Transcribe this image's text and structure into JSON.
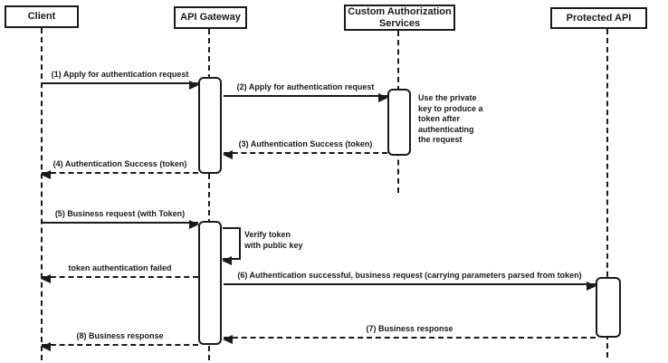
{
  "diagram": {
    "type": "uml-sequence-diagram",
    "background_color": "#ffffff",
    "line_color": "#1a1a1a",
    "actors": [
      {
        "label": "Client"
      },
      {
        "label": "API Gateway"
      },
      {
        "label": "Custom Authorization\nServices"
      },
      {
        "label": "Protected API"
      }
    ],
    "messages": [
      {
        "label": "(1) Apply for authentication request",
        "from": "Client",
        "to": "API Gateway",
        "line": "solid",
        "direction": "right"
      },
      {
        "label": "(2) Apply for authentication request",
        "from": "API Gateway",
        "to": "Custom Authorization Services",
        "line": "solid",
        "direction": "right"
      },
      {
        "label": "(3) Authentication Success (token)",
        "from": "Custom Authorization Services",
        "to": "API Gateway",
        "line": "dashed",
        "direction": "left"
      },
      {
        "label": "(4) Authentication Success (token)",
        "from": "API Gateway",
        "to": "Client",
        "line": "dashed",
        "direction": "left"
      },
      {
        "label": "(5) Business request (with Token)",
        "from": "Client",
        "to": "API Gateway",
        "line": "solid",
        "direction": "right"
      },
      {
        "label": "token authentication failed",
        "from": "API Gateway",
        "to": "Client",
        "line": "dashed",
        "direction": "left"
      },
      {
        "label": "(6) Authentication successful, business request (carrying parameters parsed from token)",
        "from": "API Gateway",
        "to": "Protected API",
        "line": "solid",
        "direction": "right"
      },
      {
        "label": "(7) Business response",
        "from": "Protected API",
        "to": "API Gateway",
        "line": "dashed",
        "direction": "left"
      },
      {
        "label": "(8) Business response",
        "from": "API Gateway",
        "to": "Client",
        "line": "dashed",
        "direction": "left"
      }
    ],
    "self_message": {
      "label": "Verify token\nwith public key",
      "actor": "API Gateway"
    },
    "note": {
      "text": "Use the private\nkey to produce a\ntoken after\nauthenticating\nthe request",
      "attached_to": "Custom Authorization Services"
    }
  }
}
